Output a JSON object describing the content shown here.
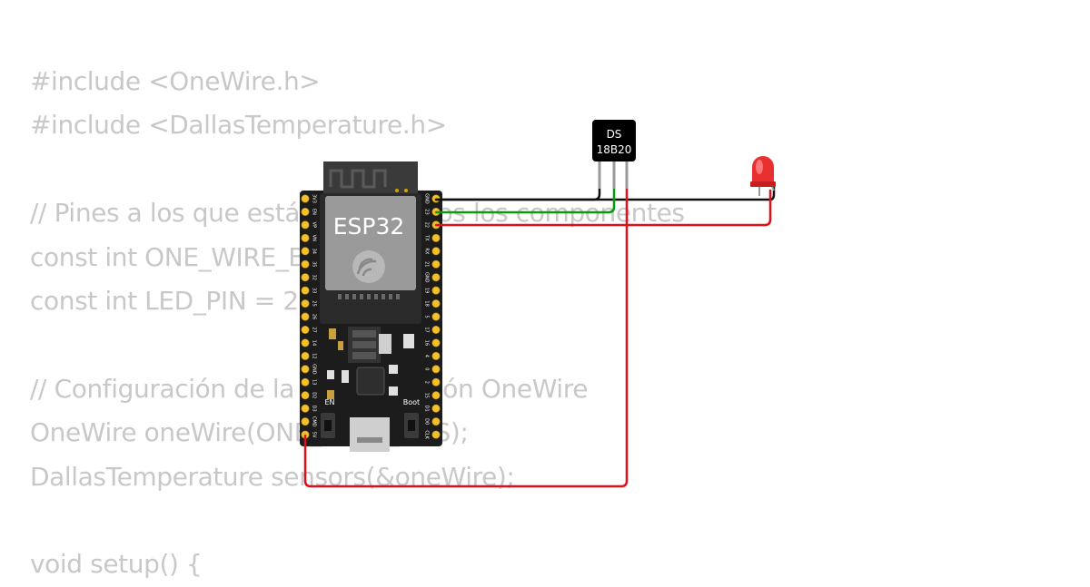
{
  "code_lines": [
    "#include <OneWire.h>",
    "#include <DallasTemperature.h>",
    "",
    "// Pines a los que están conectados los componentes",
    "const int ONE_WIRE_BUS = 15;",
    "const int LED_PIN = 2;",
    "",
    "// Configuración de la comunicación OneWire",
    "OneWire oneWire(ONE_WIRE_BUS);",
    "DallasTemperature sensors(&oneWire);",
    "",
    "void setup() {"
  ],
  "board": {
    "name": "ESP32",
    "left_pins": [
      "3V3",
      "EN",
      "VP",
      "VN",
      "34",
      "35",
      "32",
      "33",
      "25",
      "26",
      "27",
      "14",
      "12",
      "GND",
      "13",
      "D2",
      "D3",
      "CMD",
      "5V"
    ],
    "right_pins": [
      "GND",
      "23",
      "22",
      "TX",
      "RX",
      "21",
      "GND",
      "19",
      "18",
      "5",
      "17",
      "16",
      "4",
      "0",
      "2",
      "15",
      "D1",
      "D0",
      "CLK"
    ],
    "en_label": "EN",
    "boot_label": "Boot"
  },
  "sensor": {
    "line1": "DS",
    "line2": "18B20"
  },
  "colors": {
    "wire_black": "#111111",
    "wire_green": "#0a9a0a",
    "wire_red": "#e0101a",
    "board": "#1c1c1c",
    "led": "#e83030"
  }
}
